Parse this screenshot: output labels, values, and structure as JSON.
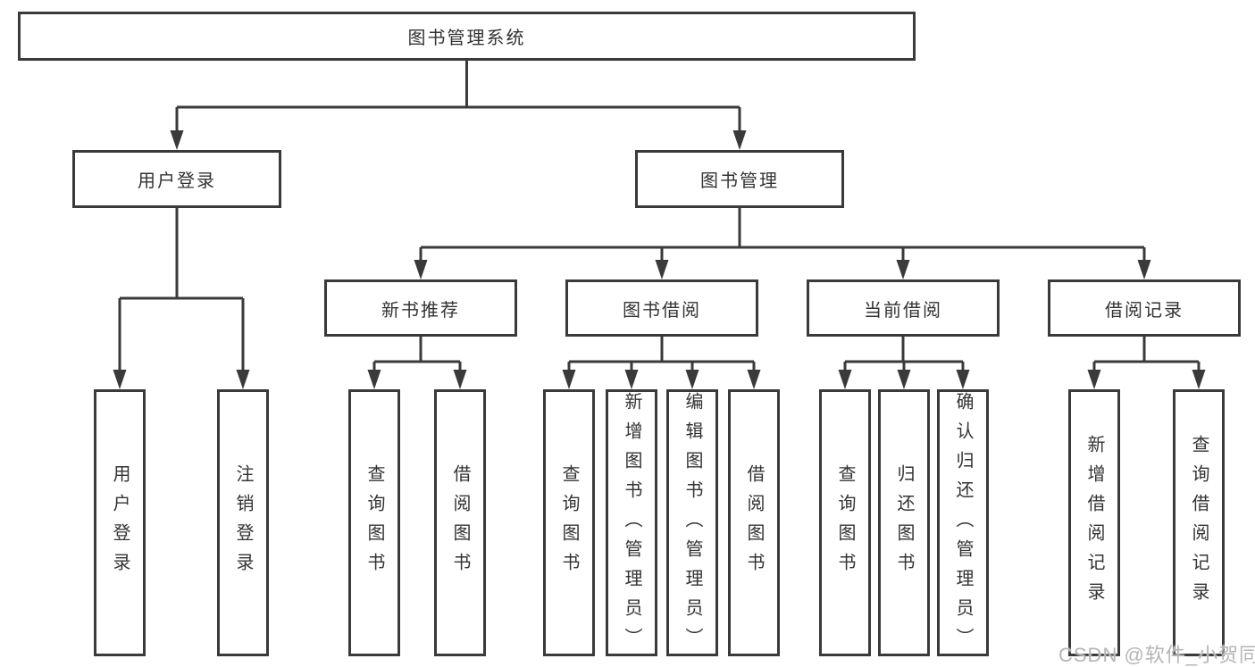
{
  "colors": {
    "line_color": "#3a3a3a",
    "text_color": "#333333",
    "watermark_color": "#b5b5b5",
    "background_color": "#ffffff"
  },
  "tree": {
    "root": {
      "label": "图书管理系统"
    },
    "branches": [
      {
        "label": "用户登录",
        "leaves": [
          {
            "label": "用户登录"
          },
          {
            "label": "注销登录"
          }
        ]
      },
      {
        "label": "图书管理",
        "groups": [
          {
            "label": "新书推荐",
            "leaves": [
              {
                "label": "查询图书"
              },
              {
                "label": "借阅图书"
              }
            ]
          },
          {
            "label": "图书借阅",
            "leaves": [
              {
                "label": "查询图书"
              },
              {
                "label": "新增图书（管理员）"
              },
              {
                "label": "编辑图书（管理员）"
              },
              {
                "label": "借阅图书"
              }
            ]
          },
          {
            "label": "当前借阅",
            "leaves": [
              {
                "label": "查询图书"
              },
              {
                "label": "归还图书"
              },
              {
                "label": "确认归还（管理员）"
              }
            ]
          },
          {
            "label": "借阅记录",
            "leaves": [
              {
                "label": "新增借阅记录"
              },
              {
                "label": "查询借阅记录"
              }
            ]
          }
        ]
      }
    ]
  },
  "watermark": {
    "text": "CSDN @软件_小贺同学"
  }
}
